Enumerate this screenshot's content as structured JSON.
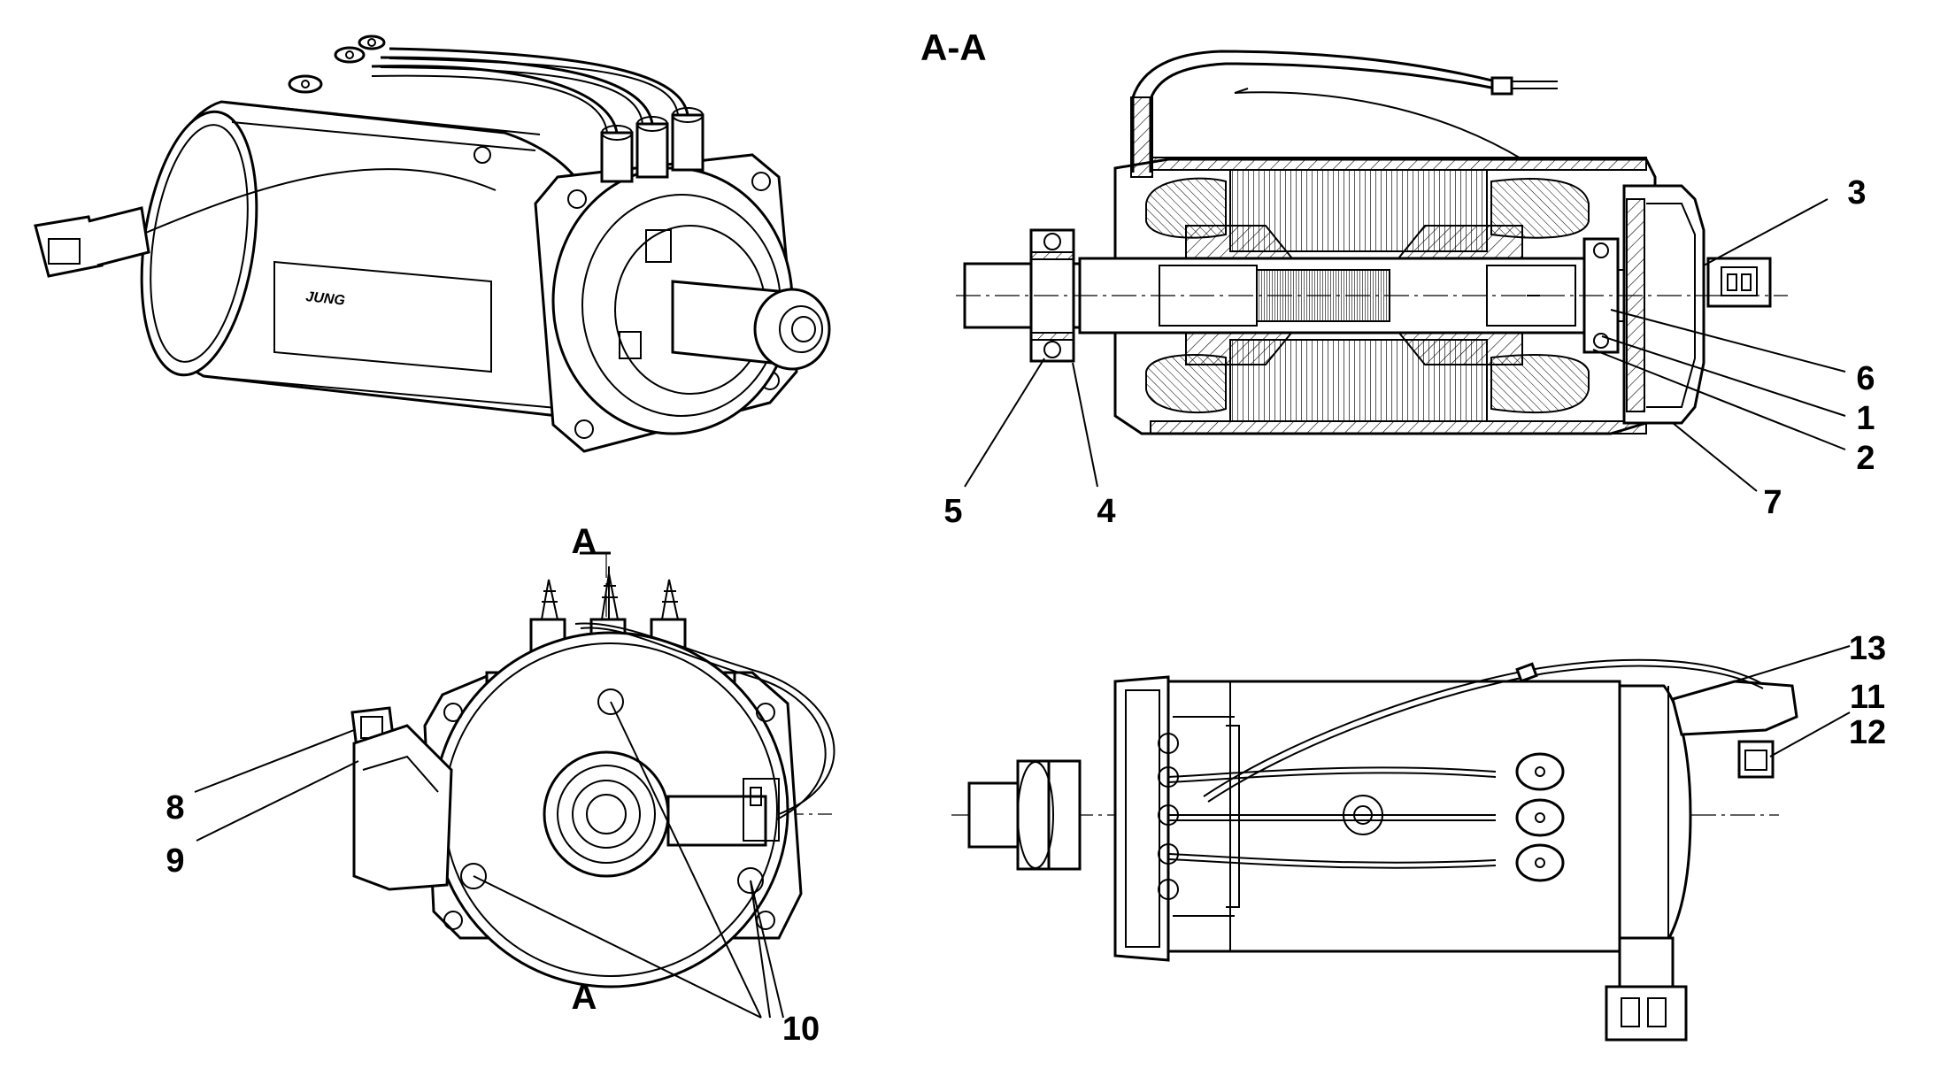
{
  "section_title": "A-A",
  "section_marks": [
    "A",
    "A"
  ],
  "callouts": {
    "c1": "1",
    "c2": "2",
    "c3": "3",
    "c4": "4",
    "c5": "5",
    "c6": "6",
    "c7": "7",
    "c8": "8",
    "c9": "9",
    "c10": "10",
    "c11": "11",
    "c12": "12",
    "c13": "13"
  },
  "views": [
    "isometric-view",
    "section-view-a-a",
    "end-view",
    "side-view"
  ],
  "nameplate_logo": "JUNG"
}
